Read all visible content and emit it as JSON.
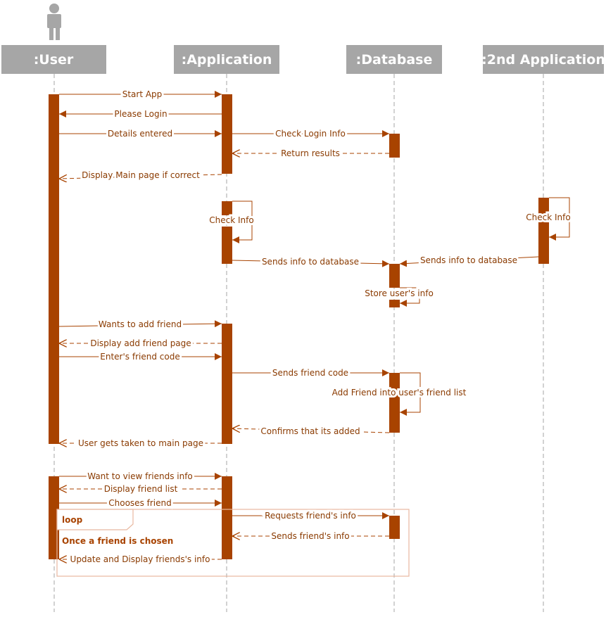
{
  "colors": {
    "accent": "#a84300",
    "header_bg": "#a6a6a6",
    "header_text": "#ffffff",
    "lifeline": "#a6a6a6",
    "loop_border": "#e8b8a0"
  },
  "actor_icon": "person-icon",
  "participants": [
    {
      "id": "user",
      "label": ":User"
    },
    {
      "id": "app",
      "label": ":Application"
    },
    {
      "id": "db",
      "label": ":Database"
    },
    {
      "id": "app2",
      "label": ":2nd Application"
    }
  ],
  "messages": [
    {
      "label": "Start App"
    },
    {
      "label": "Please Login"
    },
    {
      "label": "Details entered"
    },
    {
      "label": "Check Login Info"
    },
    {
      "label": "Return results"
    },
    {
      "label": "Display Main page if correct"
    },
    {
      "label": "Check Info"
    },
    {
      "label": "Check Info"
    },
    {
      "label": "Sends info to database"
    },
    {
      "label": "Sends info to database"
    },
    {
      "label": "Store user's info"
    },
    {
      "label": "Wants to add friend"
    },
    {
      "label": "Display add friend page"
    },
    {
      "label": "Enter's friend code"
    },
    {
      "label": "Sends friend code"
    },
    {
      "label": "Add Friend into user's friend list"
    },
    {
      "label": "Confirms that its added"
    },
    {
      "label": "User gets taken to main page"
    },
    {
      "label": "Want to view friends info"
    },
    {
      "label": "Display friend list"
    },
    {
      "label": "Chooses friend"
    },
    {
      "label": "Requests friend's info"
    },
    {
      "label": "Sends friend's info"
    },
    {
      "label": "Update and Display friends's info"
    }
  ],
  "loop": {
    "tag": "loop",
    "guard": "Once a friend is chosen"
  }
}
